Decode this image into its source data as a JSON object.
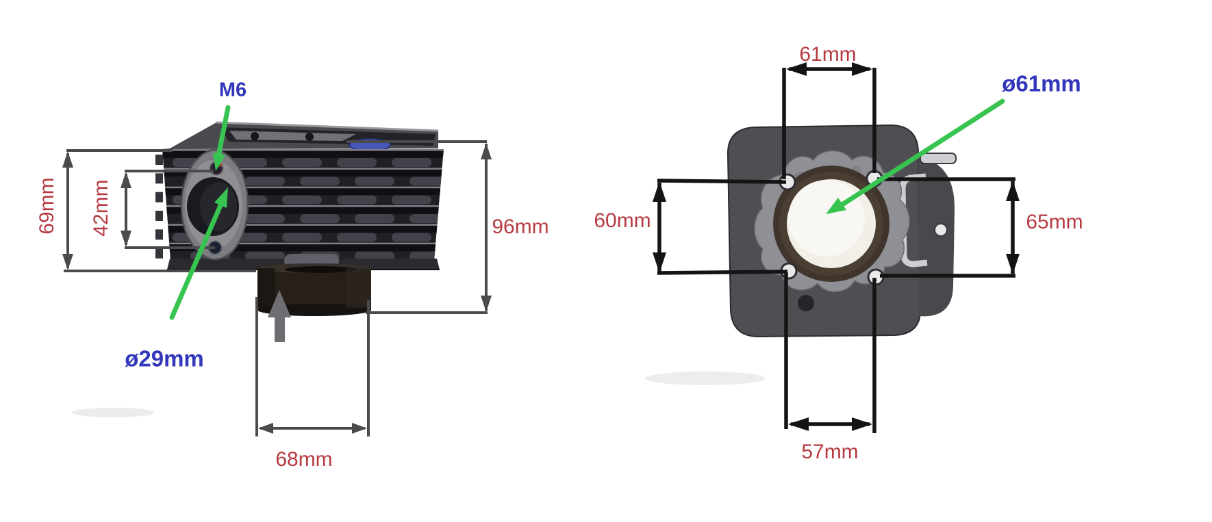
{
  "colors": {
    "dimension_text_red": "#b63b42",
    "label_text_blue": "#3136bb",
    "arrow_green": "#38c450",
    "dim_line_gray_left_view": "#4b4b4e",
    "dim_line_black_right_view": "#141414",
    "background": "#ffffff"
  },
  "left_view": {
    "title": "cylinder side view",
    "labels": {
      "m6": "M6",
      "intake_port_diameter": "ø29mm"
    },
    "dimensions": {
      "overall_height": "96mm",
      "body_height": "69mm",
      "intake_bolt_spacing": "42mm",
      "spigot_diameter": "68mm"
    }
  },
  "right_view": {
    "title": "cylinder base view",
    "labels": {
      "bore_diameter": "ø61mm"
    },
    "dimensions": {
      "top_stud_spacing": "61mm",
      "left_stud_spacing": "60mm",
      "right_stud_spacing": "65mm",
      "bottom_stud_spacing": "57mm"
    }
  }
}
